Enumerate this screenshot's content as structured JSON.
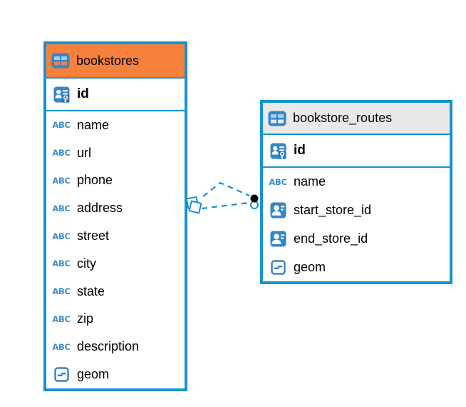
{
  "diagram": {
    "type": "entity-relationship",
    "tables": [
      {
        "name": "bookstores",
        "header_bg": "#F6813C",
        "primary_key": {
          "name": "id"
        },
        "columns": [
          {
            "name": "name",
            "kind": "text"
          },
          {
            "name": "url",
            "kind": "text"
          },
          {
            "name": "phone",
            "kind": "text"
          },
          {
            "name": "address",
            "kind": "text"
          },
          {
            "name": "street",
            "kind": "text"
          },
          {
            "name": "city",
            "kind": "text"
          },
          {
            "name": "state",
            "kind": "text"
          },
          {
            "name": "zip",
            "kind": "text"
          },
          {
            "name": "description",
            "kind": "text"
          },
          {
            "name": "geom",
            "kind": "geometry"
          }
        ]
      },
      {
        "name": "bookstore_routes",
        "header_bg": "#E9E9E9",
        "primary_key": {
          "name": "id"
        },
        "columns": [
          {
            "name": "name",
            "kind": "text"
          },
          {
            "name": "start_store_id",
            "kind": "reference"
          },
          {
            "name": "end_store_id",
            "kind": "reference"
          },
          {
            "name": "geom",
            "kind": "geometry"
          }
        ]
      }
    ],
    "relation": {
      "from_table": "bookstores",
      "to_table": "bookstore_routes",
      "line_style": "dashed"
    }
  },
  "icons": {
    "text_type_glyph": "ABC",
    "table_icon": "table-grid",
    "primary_key_icon": "person-with-key",
    "reference_icon": "person-card",
    "geometry_icon": "square-with-dash",
    "many_end_marker": "overlapping-squares",
    "one_end_marker": "filled-dot-over-circle"
  },
  "colors": {
    "accent_blue": "#1592D2",
    "icon_blue": "#3585C9",
    "icon_blue_light": "#A6CDEC",
    "header_orange": "#F6813C",
    "header_gray": "#E9E9E9",
    "canvas_bg": "#FFFFFF",
    "text": "#000000",
    "dot_black": "#000000"
  }
}
